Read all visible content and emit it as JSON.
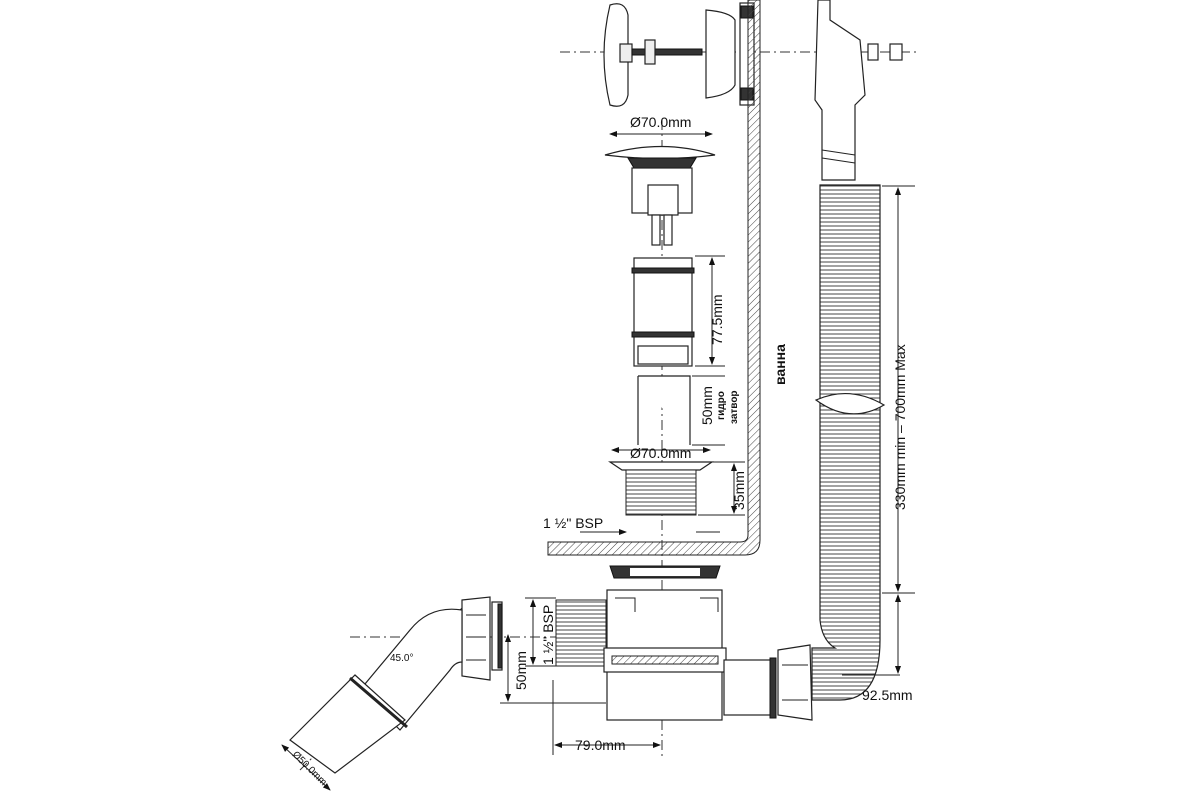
{
  "labels": {
    "plug_diameter": "Ø70.0mm",
    "cylinder_height": "77.5mm",
    "seal_height": "50mm",
    "seal_word1": "гидро",
    "seal_word2": "затвор",
    "bath": "ванна",
    "flange_diameter": "Ø70.0mm",
    "thread_height": "35mm",
    "thread_bsp": "1 ½\" BSP",
    "hose_length": "330mm min – 700mm Max",
    "outlet_height": "92.5mm",
    "side_bsp": "1 ½\" BSP",
    "side_height": "50mm",
    "elbow_angle": "45.0°",
    "pipe_diameter": "Ø50.0mm",
    "offset": "79.0mm"
  }
}
